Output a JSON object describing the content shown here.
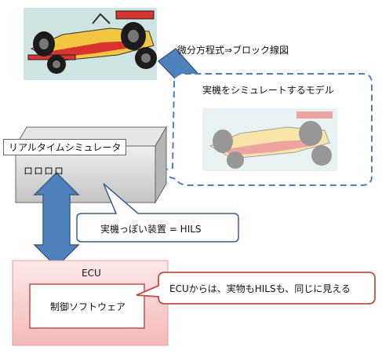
{
  "labels": {
    "equation": "微分方程式⇒ブロック線図",
    "model": "実機をシミュレートするモデル",
    "simulator_title": "リアルタイムシミュレータ",
    "simulator_leds": "ロロロロ",
    "hils_callout": "実機っぽい装置 = HILS",
    "ecu_title": "ECU",
    "ecu_inner": "制御ソフトウェア",
    "ecu_callout": "ECUからは、実物もHILSも、同じに見える"
  },
  "colors": {
    "arrow_fill": "#4f81bd",
    "arrow_stroke": "#385d8a",
    "dashed_border": "#4f81bd",
    "callout_border": "#c0504d",
    "ecu_fill": "#f8cccc",
    "ecu_border": "#e2a0a0",
    "simulator_fill": "#d4d4d4",
    "car_body": "#f2c640",
    "car_accent": "#d8342f"
  }
}
